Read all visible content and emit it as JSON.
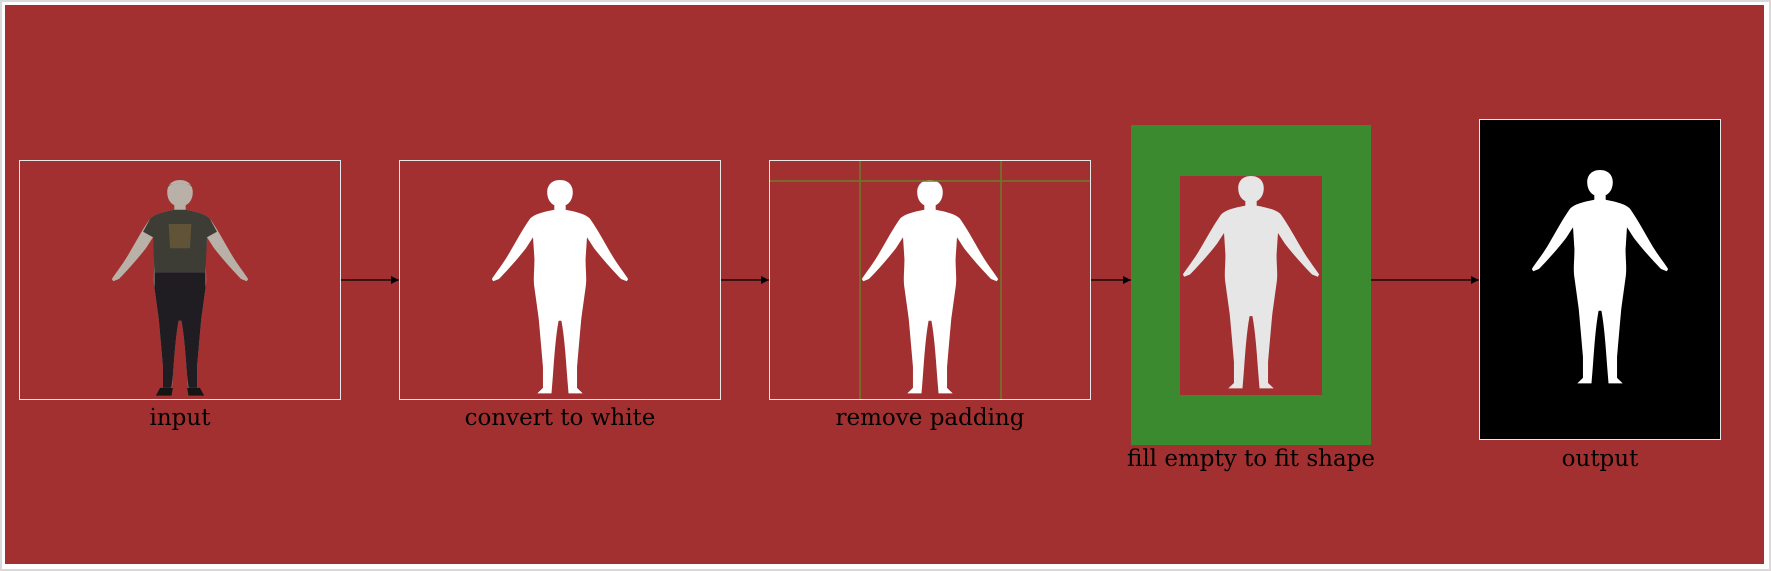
{
  "colors": {
    "background": "#a23030",
    "panel_border": "#e8e8e8",
    "silhouette": "#ffffff",
    "fill_green": "#3b8a2f",
    "guide_line": "#6e7a2a",
    "output_bg": "#000000"
  },
  "steps": [
    {
      "id": "input",
      "caption": "input"
    },
    {
      "id": "convert",
      "caption": "convert to white"
    },
    {
      "id": "remove",
      "caption": "remove padding"
    },
    {
      "id": "fill",
      "caption": "fill empty to fit shape"
    },
    {
      "id": "output",
      "caption": "output"
    }
  ]
}
